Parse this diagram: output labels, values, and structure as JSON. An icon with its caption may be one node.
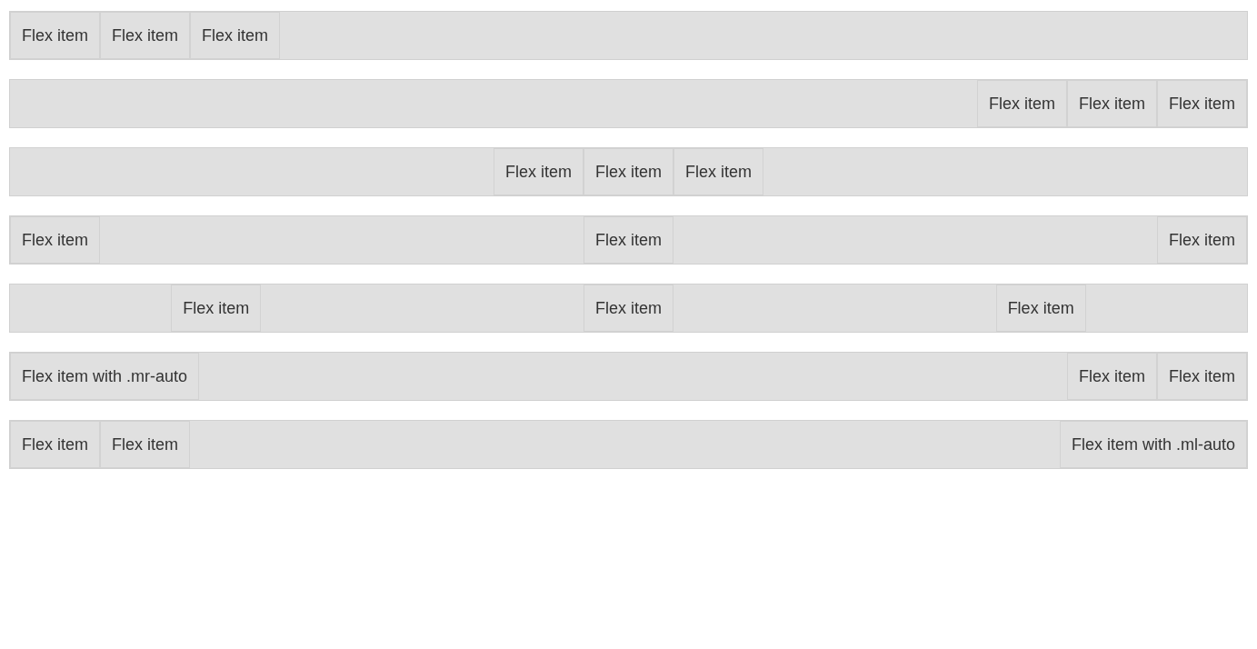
{
  "diagram": {
    "nodes": [
      {
        "text": [],
        "shape": "box"
      },
      {
        "text": [
          "Flex item"
        ],
        "in": 0
      },
      {
        "text": [
          "Flex item"
        ],
        "in": 0
      },
      {
        "text": [
          "Flex item"
        ],
        "in": 0
      },
      {
        "text": [],
        "shape": "box"
      },
      {
        "text": [
          "Flex item"
        ],
        "in": 4
      },
      {
        "text": [
          "Flex item"
        ],
        "in": 4
      },
      {
        "text": [
          "Flex item"
        ],
        "in": 4
      },
      {
        "text": [],
        "shape": "box"
      },
      {
        "text": [
          "Flex item"
        ],
        "in": 8
      },
      {
        "text": [
          "Flex item"
        ],
        "in": 8
      },
      {
        "text": [
          "Flex item"
        ],
        "in": 8
      },
      {
        "text": [],
        "shape": "box"
      },
      {
        "text": [
          "Flex item"
        ],
        "in": 12
      },
      {
        "text": [
          "Flex item"
        ],
        "in": 12
      },
      {
        "text": [
          "Flex item"
        ],
        "in": 12
      },
      {
        "text": [],
        "shape": "box"
      },
      {
        "text": [
          "Flex item"
        ],
        "in": 16
      },
      {
        "text": [
          "Flex item"
        ],
        "in": 16
      },
      {
        "text": [
          "Flex item"
        ],
        "in": 16
      },
      {
        "text": [],
        "shape": "box"
      },
      {
        "text": [
          "Flex item with .mr-auto"
        ],
        "in": 20
      },
      {
        "text": [
          "Flex item"
        ],
        "in": 20
      },
      {
        "text": [
          "Flex item"
        ],
        "in": 20
      },
      {
        "text": [],
        "shape": "box"
      },
      {
        "text": [
          "Flex item"
        ],
        "in": 24
      },
      {
        "text": [
          "Flex item"
        ],
        "in": 24
      },
      {
        "text": [
          "Flex item with .ml-auto"
        ],
        "in": 24
      }
    ]
  }
}
